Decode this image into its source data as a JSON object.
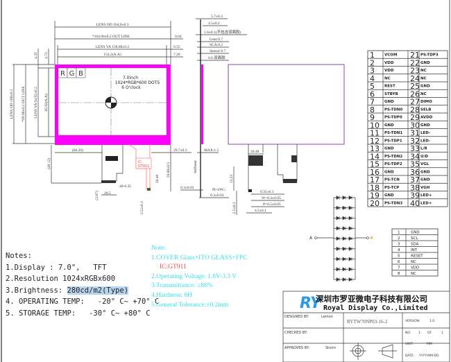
{
  "drawing": {
    "top_dims": {
      "lens_od": "LENS OD 164.9±0.3",
      "outline": "*164.90±0.2 OUT LINE",
      "lens_va": "LENS VA 158.08±0.2",
      "aa": "154.2(A.A)",
      "r1": "0.04",
      "r2": "6.55",
      "r3": "7.20"
    },
    "left_dims": {
      "lens_od": "LENS OD 100±0.3",
      "outline": "*99.90±0.2 OUT LINE",
      "lens_va": "LENS VA 94.92±0.2",
      "aa": "85.92(A.A)",
      "t1": "4.35",
      "t2": "4.72",
      "b1": "(40.12)"
    },
    "panel": {
      "r": "R",
      "g": "G",
      "b": "B",
      "size": "7.0inch",
      "res": "1024*RGB*600 DOTS",
      "view": "6 O'clock"
    },
    "bottom_dims": {
      "d1": "(66.20)",
      "d2": "29.7±0.3",
      "d3": "59.86±0.5",
      "d4": "28.48",
      "d5": "40-0.35",
      "d6": "20.5",
      "d7": "(3.87)",
      "d8": "3.52±0.3",
      "ic": "IC:",
      "ic2": "GT911"
    },
    "side_dims": {
      "s1": "5.7±0.3",
      "s2": "4.5±0.2",
      "s3": "1.6±0.1(不包含双面胶)",
      "s4": "Lens:0.7",
      "s5": "SCA:0.2",
      "s6": "Sensor:0.7",
      "s7": "0.6 双面胶",
      "s8": "MAX:1.5",
      "s9": "0.3±0.03",
      "s10": "PI+FPC:",
      "s11": "0.3±0.03",
      "s12": "Stiffener",
      "s13": "20.48",
      "s14": "13.23",
      "s15": "0.35±0.1",
      "s16": "W=0.3±0.05",
      "s17": "P=0.5±0.05",
      "s18": "4.5±0.1",
      "s19": "2.5±0.3"
    },
    "led": {
      "anode": "A",
      "cathode": "K"
    }
  },
  "pin_table": [
    [
      "1",
      "VCOM",
      "21",
      "PS-TDP3"
    ],
    [
      "2",
      "VDD",
      "22",
      "GND"
    ],
    [
      "3",
      "VDD",
      "23",
      "NC"
    ],
    [
      "4",
      "NC",
      "24",
      "NC"
    ],
    [
      "5",
      "REST",
      "25",
      "GND"
    ],
    [
      "6",
      "STBYB",
      "26",
      "NC"
    ],
    [
      "7",
      "GND",
      "27",
      "DIMO"
    ],
    [
      "8",
      "PS-TDN0",
      "28",
      "SELB"
    ],
    [
      "9",
      "PS-TDP0",
      "29",
      "AVDD"
    ],
    [
      "10",
      "GND",
      "30",
      "GND"
    ],
    [
      "11",
      "PS-TDN1",
      "31",
      "LED-"
    ],
    [
      "12",
      "PS-TDP1",
      "32",
      "LED-"
    ],
    [
      "13",
      "GND",
      "33",
      "L/R"
    ],
    [
      "14",
      "PS-TDN2",
      "34",
      "U/D"
    ],
    [
      "15",
      "PS-TDP2",
      "35",
      "VGL"
    ],
    [
      "16",
      "GND",
      "36",
      "GND"
    ],
    [
      "17",
      "PS-TCN",
      "37",
      "GND"
    ],
    [
      "18",
      "PS-TCP",
      "38",
      "VGH"
    ],
    [
      "19",
      "GND",
      "39",
      "LED+"
    ],
    [
      "20",
      "PS-TDN3",
      "40",
      "LED+"
    ]
  ],
  "tp_table": [
    [
      "1",
      "GND"
    ],
    [
      "2",
      "SCL"
    ],
    [
      "3",
      "SDA"
    ],
    [
      "4",
      "INT"
    ],
    [
      "5",
      "RESET"
    ],
    [
      "6",
      "NC"
    ],
    [
      "7",
      "VDD"
    ],
    [
      "8",
      "NC"
    ]
  ],
  "notes": {
    "title": "Notes:",
    "n1": "1.Display : 7.0\",   TFT",
    "n2": "2.Resolution 1024xRGBx600",
    "n3_label": "3.Brightness: ",
    "n3_value": "280cd/m2(Type)",
    "n4": "4. OPERATING TEMP:   -20° C~ +70° C",
    "n5": "5. STORAGE TEMP:   -30° C~ +80° C"
  },
  "tp_notes": {
    "title": "Note:",
    "n1": "1.COVER Glass+ITO GLASS+FPC",
    "ic": "IC:GT911",
    "n2": "2.Operating Voltage: 1.8V-3.3 V",
    "n3": "3.Transmittance: ≥86%",
    "n4": "4.Hardness: 6H",
    "n5": "5.General Tolerance:±0.2mm"
  },
  "title_block": {
    "logo": "RY",
    "company_cn": "深圳市罗亚微电子科技有限公司",
    "company_en": "Royal Display Co.,Limited",
    "designed_label": "DESIGNED BY:",
    "designed_value": "Lemon",
    "checked_label": "CHECKED BY:",
    "approved_label": "APPROVED BY:",
    "approved_value": "Storm",
    "part_no": "RYTW70NP03-16-2",
    "version_label": "VERSION:",
    "version_value": "1.0",
    "no_label": "NO.",
    "no_value": "1",
    "of_label": "OF",
    "of_value": "1",
    "unit_label": "UNIT:",
    "unit_value": "MM",
    "date_label": "DATE:",
    "date_value": "YYYY-MM-DD"
  },
  "colors": {
    "magenta": "#ff00ff",
    "cyan_note": "#39e0e6",
    "red_ic": "#f24a4a"
  }
}
